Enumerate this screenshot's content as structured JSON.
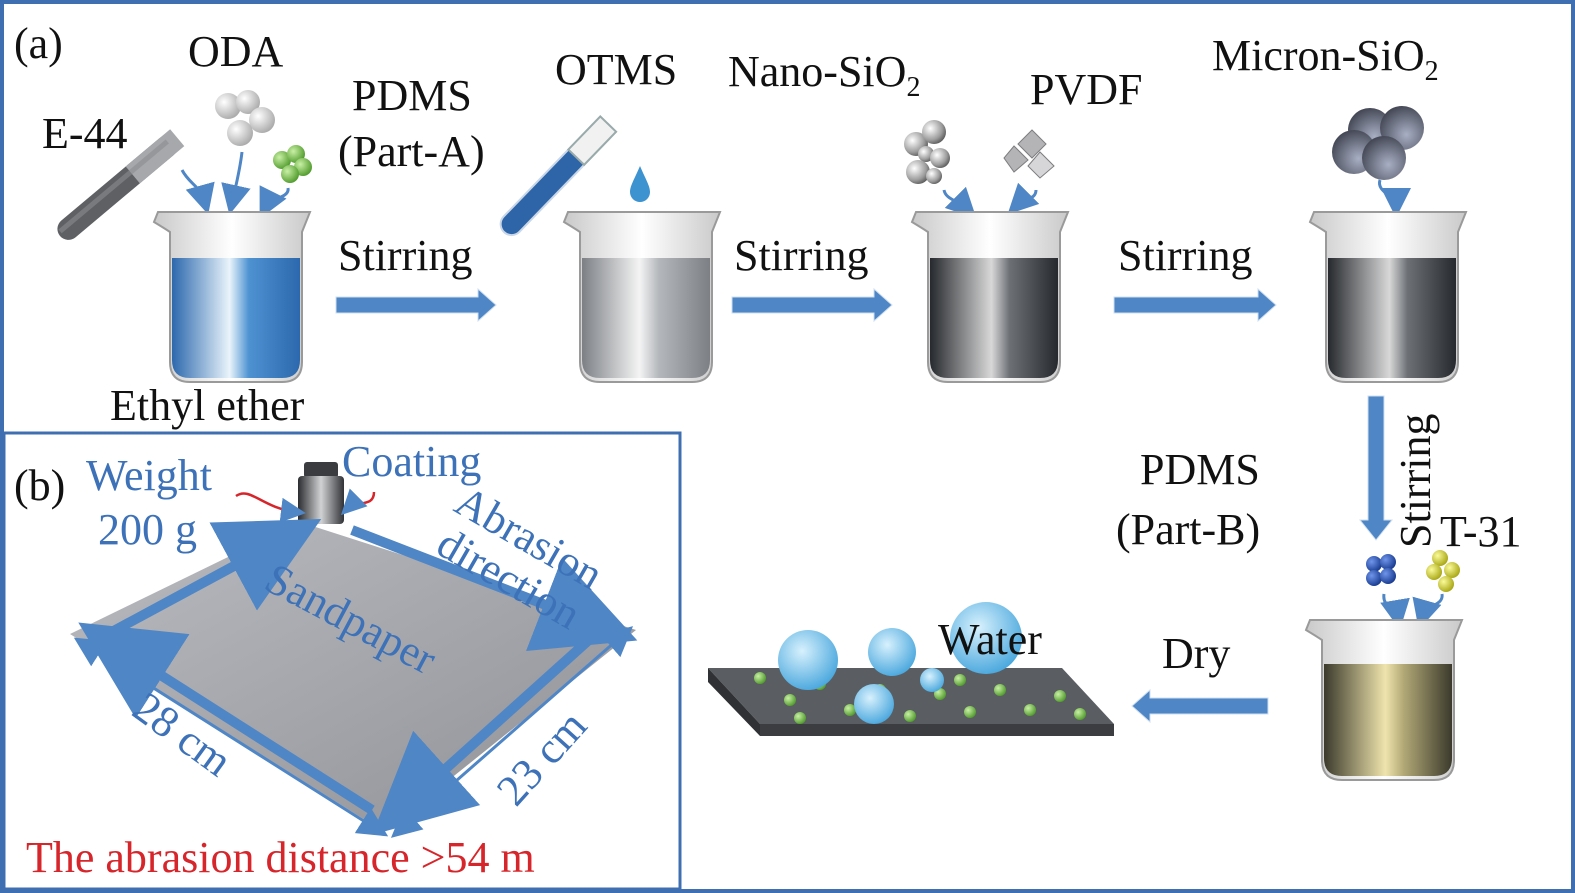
{
  "colors": {
    "frame": "#3f6fb0",
    "arrow": "#4f86c6",
    "label_blue": "#3d72b8",
    "label_red": "#d6262b",
    "liquid_ether": "#3d7fc4",
    "liquid_grey": "#9a9ea3",
    "liquid_dark": "#5a5e63",
    "liquid_final": "#cbc39a",
    "oda_particles": "#e8e8e8",
    "green_particles": "#7fc65a",
    "blue_particles": "#2a55b5",
    "yellow_particles": "#d9d92a",
    "micron_sio2": "#6e7384",
    "water_drop": "#7ac6ec",
    "sandpaper": "#a8aab0"
  },
  "panel_a": {
    "tag": "(a)",
    "labels": {
      "e44": "E-44",
      "oda": "ODA",
      "pdms_a_line1": "PDMS",
      "pdms_a_line2": "(Part-A)",
      "otms": "OTMS",
      "nano_sio2_main": "Nano-SiO",
      "nano_sio2_sub": "2",
      "pvdf": "PVDF",
      "micron_sio2_main": "Micron-SiO",
      "micron_sio2_sub": "2",
      "ethyl_ether": "Ethyl ether",
      "pdms_b_line1": "PDMS",
      "pdms_b_line2": "(Part-B)",
      "t31": "T-31",
      "water": "Water"
    },
    "steps": [
      {
        "label": "Stirring",
        "direction": "right"
      },
      {
        "label": "Stirring",
        "direction": "right"
      },
      {
        "label": "Stirring",
        "direction": "right"
      },
      {
        "label": "Stirring",
        "direction": "down"
      },
      {
        "label": "Dry",
        "direction": "left"
      }
    ],
    "beakers": [
      {
        "name": "ethyl-ether-beaker",
        "liquid": "blue"
      },
      {
        "name": "otms-beaker",
        "liquid": "grey"
      },
      {
        "name": "nano-sio2-pvdf-beaker",
        "liquid": "dark-grey"
      },
      {
        "name": "micron-sio2-beaker",
        "liquid": "dark-grey"
      },
      {
        "name": "final-beaker",
        "liquid": "beige"
      }
    ]
  },
  "panel_b": {
    "tag": "(b)",
    "weight_line1": "Weight",
    "weight_line2": "200 g",
    "coating": "Coating",
    "abrasion_line1": "Abrasion",
    "abrasion_line2": "direction",
    "sandpaper": "Sandpaper",
    "length": "28 cm",
    "width": "23 cm",
    "distance": "The abrasion distance >54 m"
  }
}
